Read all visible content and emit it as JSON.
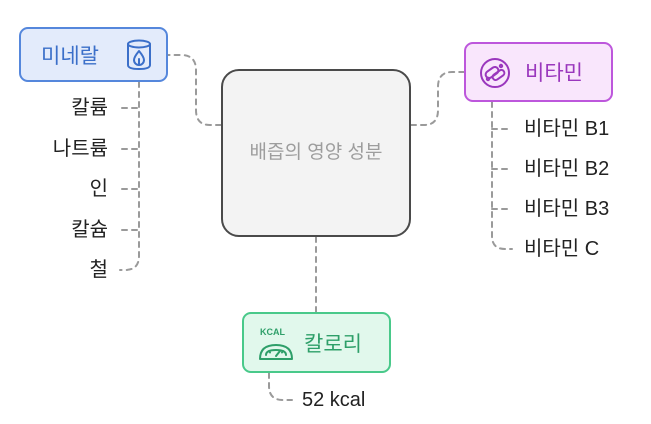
{
  "center": {
    "label": "배즙의 영양 성분"
  },
  "minerals": {
    "label": "미네랄",
    "icon": "water-drop-glass-icon",
    "color": "#5587dc",
    "items": [
      "칼륨",
      "나트륨",
      "인",
      "칼슘",
      "철"
    ]
  },
  "vitamins": {
    "label": "비타민",
    "icon": "pills-icon",
    "color": "#bd57dc",
    "items": [
      "비타민 B1",
      "비타민 B2",
      "비타민 B3",
      "비타민 C"
    ]
  },
  "calories": {
    "label": "칼로리",
    "icon": "kcal-scale-icon",
    "icon_text": "KCAL",
    "color": "#49c98a",
    "items": [
      "52 kcal"
    ]
  }
}
